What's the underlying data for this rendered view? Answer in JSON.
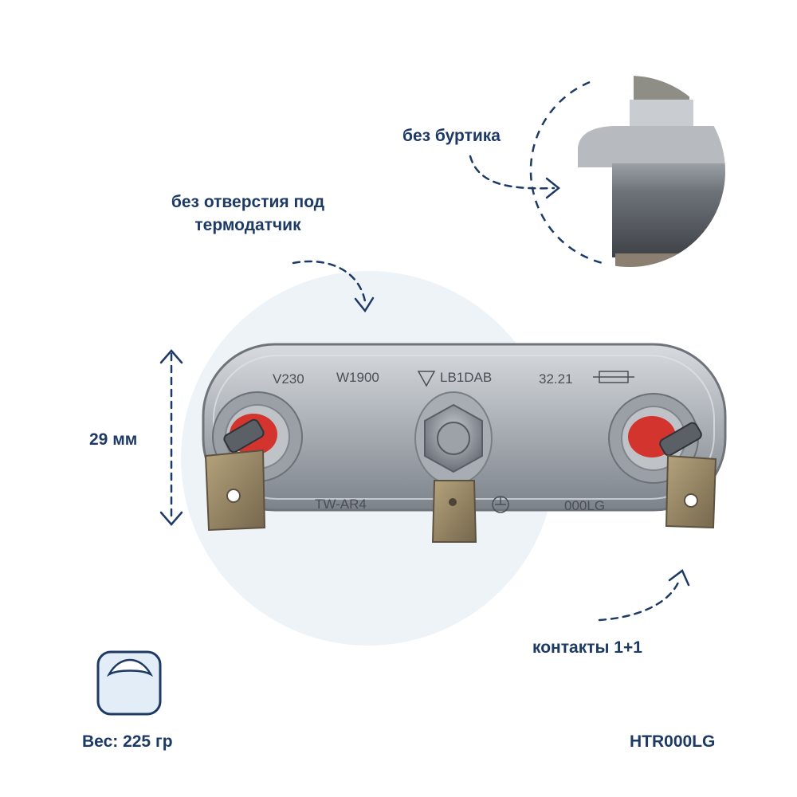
{
  "labels": {
    "no_collar": "без буртика",
    "no_sensor_hole": "без отверстия под термодатчик",
    "height": "29 мм",
    "contacts": "контакты 1+1",
    "weight": "Вес: 225 гр",
    "code": "HTR000LG"
  },
  "product_markings": {
    "voltage": "V230",
    "power": "W1900",
    "type": "LB1DAB",
    "number": "32.21",
    "model": "TW-AR4",
    "suffix": "000LG"
  },
  "icons": [
    "scale-icon",
    "dimension-arrow-icon",
    "dashed-arrow-icon",
    "ground-symbol-icon"
  ],
  "colors": {
    "text": "#1d3a66",
    "circle_bg": "#eef3f8",
    "metal": "#b9bdc3",
    "terminal_red": "#d3342d"
  }
}
